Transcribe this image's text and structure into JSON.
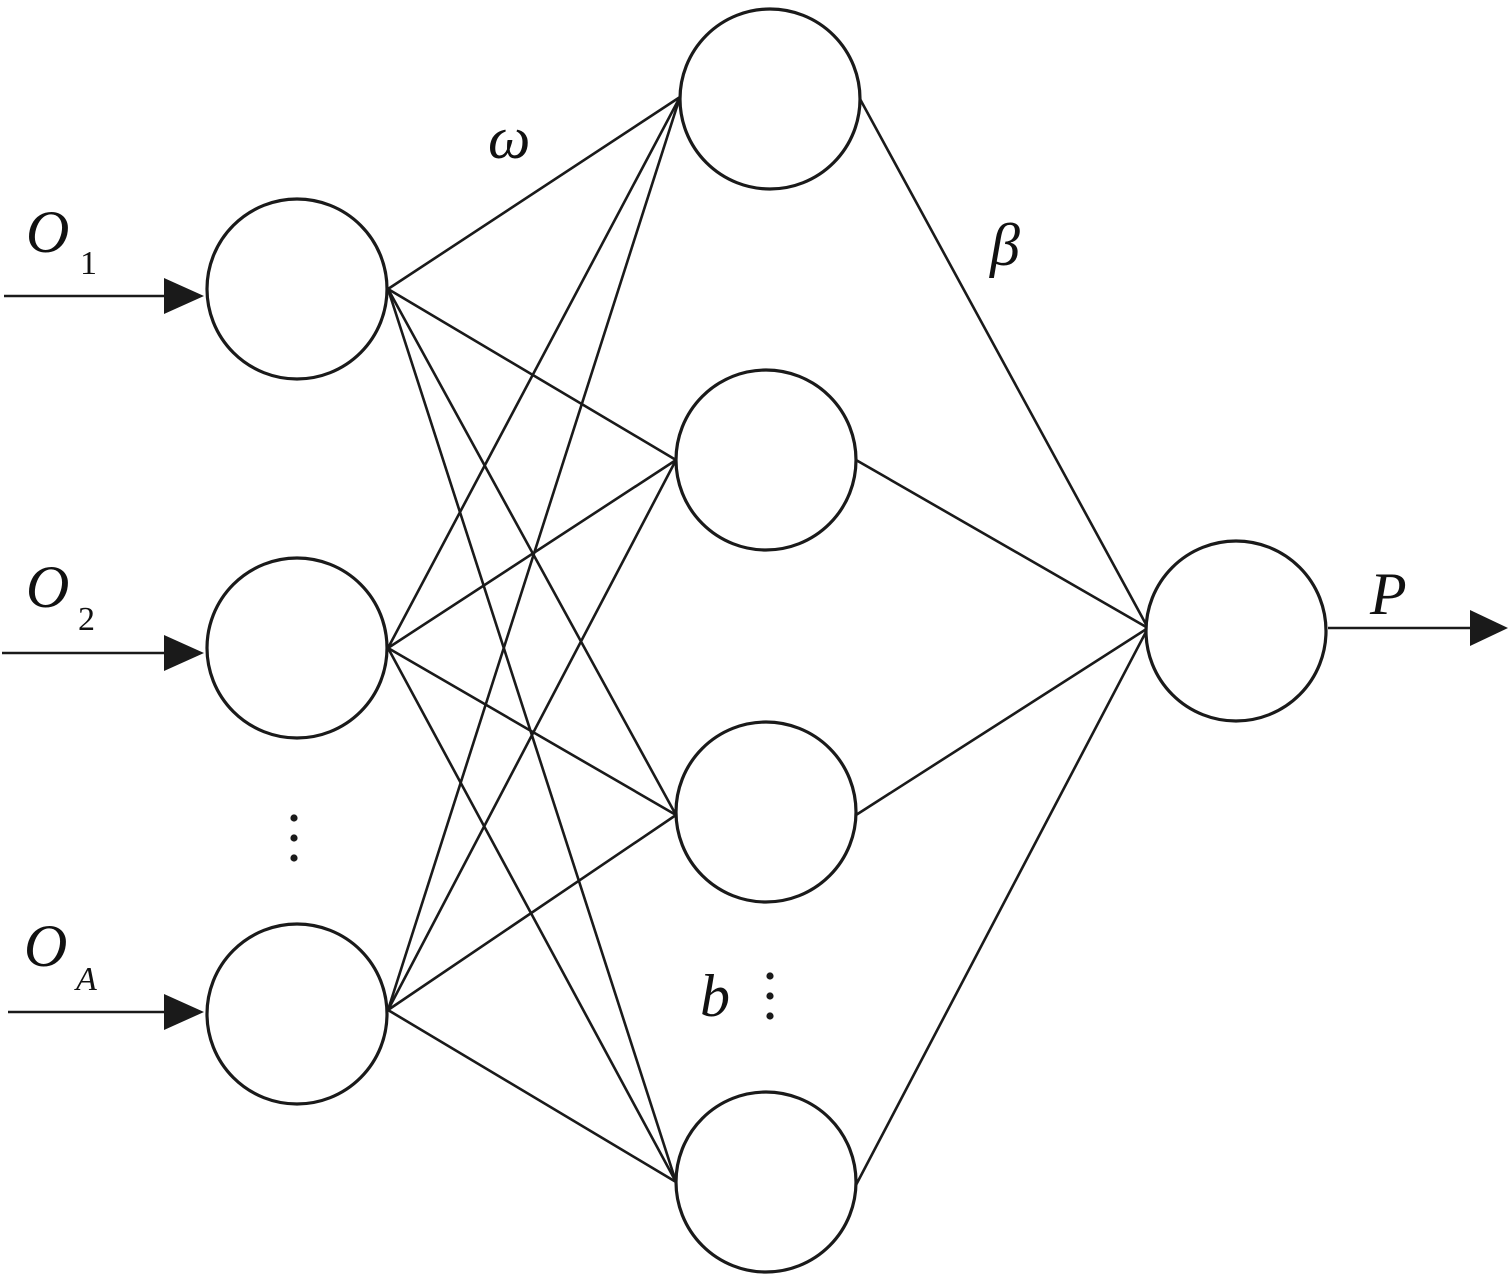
{
  "inputs": [
    {
      "symbol": "O",
      "subscript": "1"
    },
    {
      "symbol": "O",
      "subscript": "2"
    },
    {
      "symbol": "O",
      "subscript": "A"
    }
  ],
  "labels": {
    "input_weight": "ω",
    "output_weight": "β",
    "hidden_bias": "b",
    "output": "P"
  },
  "colors": {
    "stroke": "#1a1a1a",
    "background": "#ffffff"
  }
}
